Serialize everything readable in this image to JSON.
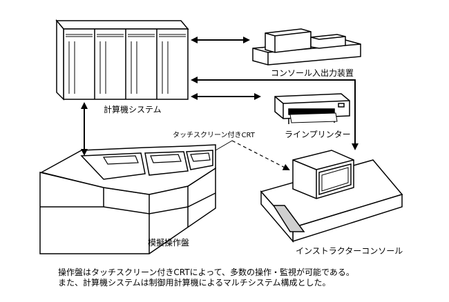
{
  "labels": {
    "computer_system": "計算機システム",
    "console_io": "コンソール入出力装置",
    "line_printer": "ラインプリンター",
    "touch_crt": "タッチスクリーン付きCRT",
    "mimic_panel": "模擬操作盤",
    "instructor_console": "インストラクターコンソール"
  },
  "caption": {
    "line1": "操作盤はタッチスクリーン付きCRTによって、多数の操作・監視が可能である。",
    "line2": "また、計算機システムは制御用計算機によるマルチシステム構成とした。"
  }
}
